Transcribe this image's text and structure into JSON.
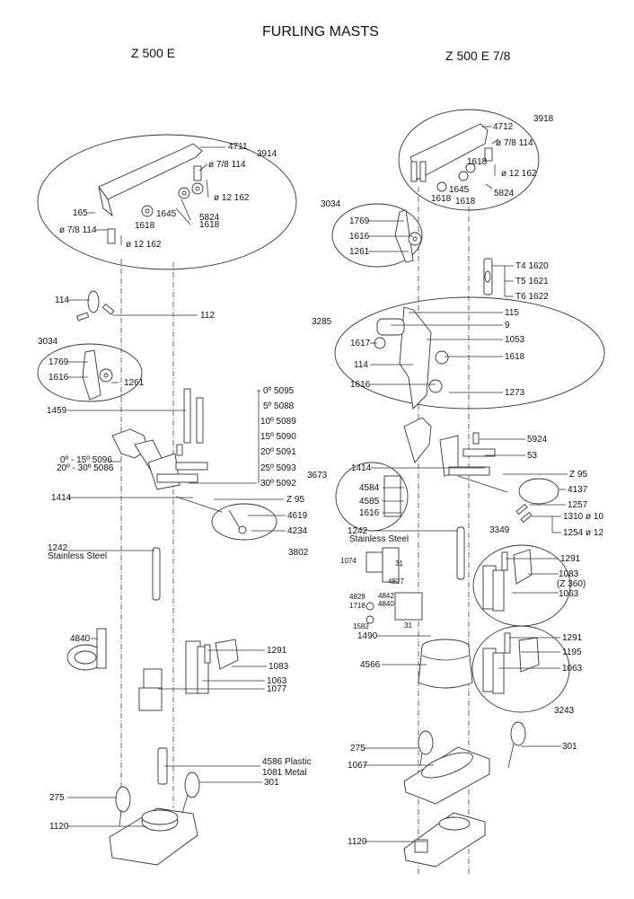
{
  "title": "FURLING MASTS",
  "left_model": "Z 500 E",
  "right_model": "Z 500 E 7/8",
  "left": {
    "head_assembly": "3914",
    "head": "4711",
    "pin_7_8_a": "ø 7/8 114",
    "pin_12_a": "ø 12 162",
    "pin_7_8_b": "ø 7/8 114",
    "pin_12_b": "ø 12 162",
    "p165": "165",
    "p1645": "1645",
    "p1618_a": "1618",
    "p5824": "5824",
    "p1618_b": "1618",
    "p114": "114",
    "p112": "112",
    "swivel_assembly": "3034",
    "p1769": "1769",
    "p1616": "1616",
    "p1261": "1261",
    "p1459": "1459",
    "angles": [
      "0º 5095",
      "5º 5088",
      "10º 5089",
      "15º 5090",
      "20º 5091",
      "25º 5093",
      "30º 5092"
    ],
    "bracket_a": "0º - 15º 5096",
    "bracket_b": "20º - 30º 5086",
    "p1414": "1414",
    "z95": "Z 95",
    "p4619": "4619",
    "p4234": "4234",
    "p3802": "3802",
    "p1242": "1242",
    "stainless": "Stainless Steel",
    "p4840": "4840",
    "p1291": "1291",
    "p1083": "1083",
    "p1063": "1063",
    "p1077": "1077",
    "p4586": "4586 Plastic",
    "p1081": "1081 Metal",
    "p301": "301",
    "p275": "275",
    "p1120": "1120"
  },
  "right": {
    "head_assembly": "3918",
    "head": "4712",
    "pin_7_8": "ø 7/8 114",
    "pin_12": "ø 12 162",
    "p1618_top": "1618",
    "p1645": "1645",
    "p5824": "5824",
    "p1618_a": "1618",
    "p1618_b": "1618",
    "swivel_assembly": "3034",
    "p1769": "1769",
    "p1616": "1616",
    "p1261": "1261",
    "t4": "T4 1620",
    "t5": "T5 1621",
    "t6": "T6 1622",
    "gooseneck_assembly": "3285",
    "p115": "115",
    "p9": "9",
    "p1053": "1053",
    "p1617": "1617",
    "p1618": "1618",
    "p114": "114",
    "p1616_b": "1616",
    "p1273": "1273",
    "p5924": "5924",
    "p53": "53",
    "p1414": "1414",
    "z95": "Z 95",
    "p4137": "4137",
    "p1257": "1257",
    "p1310": "1310 ø 10",
    "p1254": "1254 ø 12",
    "slide_assembly": "3673",
    "p4584": "4584",
    "p4585": "4585",
    "p1616_c": "1616",
    "p1242": "1242",
    "stainless": "Stainless Steel",
    "p1074": "1074",
    "p31_a": "31",
    "p4827": "4827",
    "p4828": "4828",
    "p4842": "4842",
    "p1718": "1718",
    "p4840": "4840",
    "p1582": "1582",
    "p31_b": "31",
    "winch_assembly": "3349",
    "p1291_a": "1291",
    "p1083": "1083",
    "z360": "(Z 360)",
    "p1063_a": "1063",
    "p1490": "1490",
    "p4566": "4566",
    "p1291_b": "1291",
    "p1195": "1195",
    "p1063_b": "1063",
    "winch_assembly_b": "3243",
    "p275": "275",
    "p301": "301",
    "p1067": "1067",
    "p1120": "1120"
  }
}
